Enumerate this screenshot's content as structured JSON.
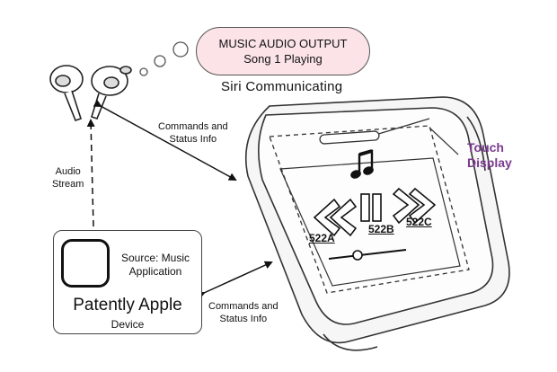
{
  "bubble": {
    "line1": "MUSIC AUDIO OUTPUT",
    "line2": "Song 1 Playing"
  },
  "siri_label": "Siri Communicating",
  "labels": {
    "commands_top_1": "Commands and",
    "commands_top_2": "Status Info",
    "audio_1": "Audio",
    "audio_2": "Stream",
    "commands_bottom_1": "Commands and",
    "commands_bottom_2": "Status Info",
    "touch_1": "Touch",
    "touch_2": "Display"
  },
  "controls": {
    "rewind": "522A",
    "pause": "522B",
    "forward": "522C"
  },
  "device": {
    "source_line1": "Source: Music",
    "source_line2": "Application",
    "brand": "Patently Apple",
    "caption": "Device"
  },
  "colors": {
    "bubble_fill": "#fbe3e8",
    "touch_label": "#7a3b8f"
  },
  "icons": [
    "earbuds-icon",
    "music-note-icon",
    "rewind-icon",
    "pause-icon",
    "forward-icon",
    "music-app-icon"
  ]
}
